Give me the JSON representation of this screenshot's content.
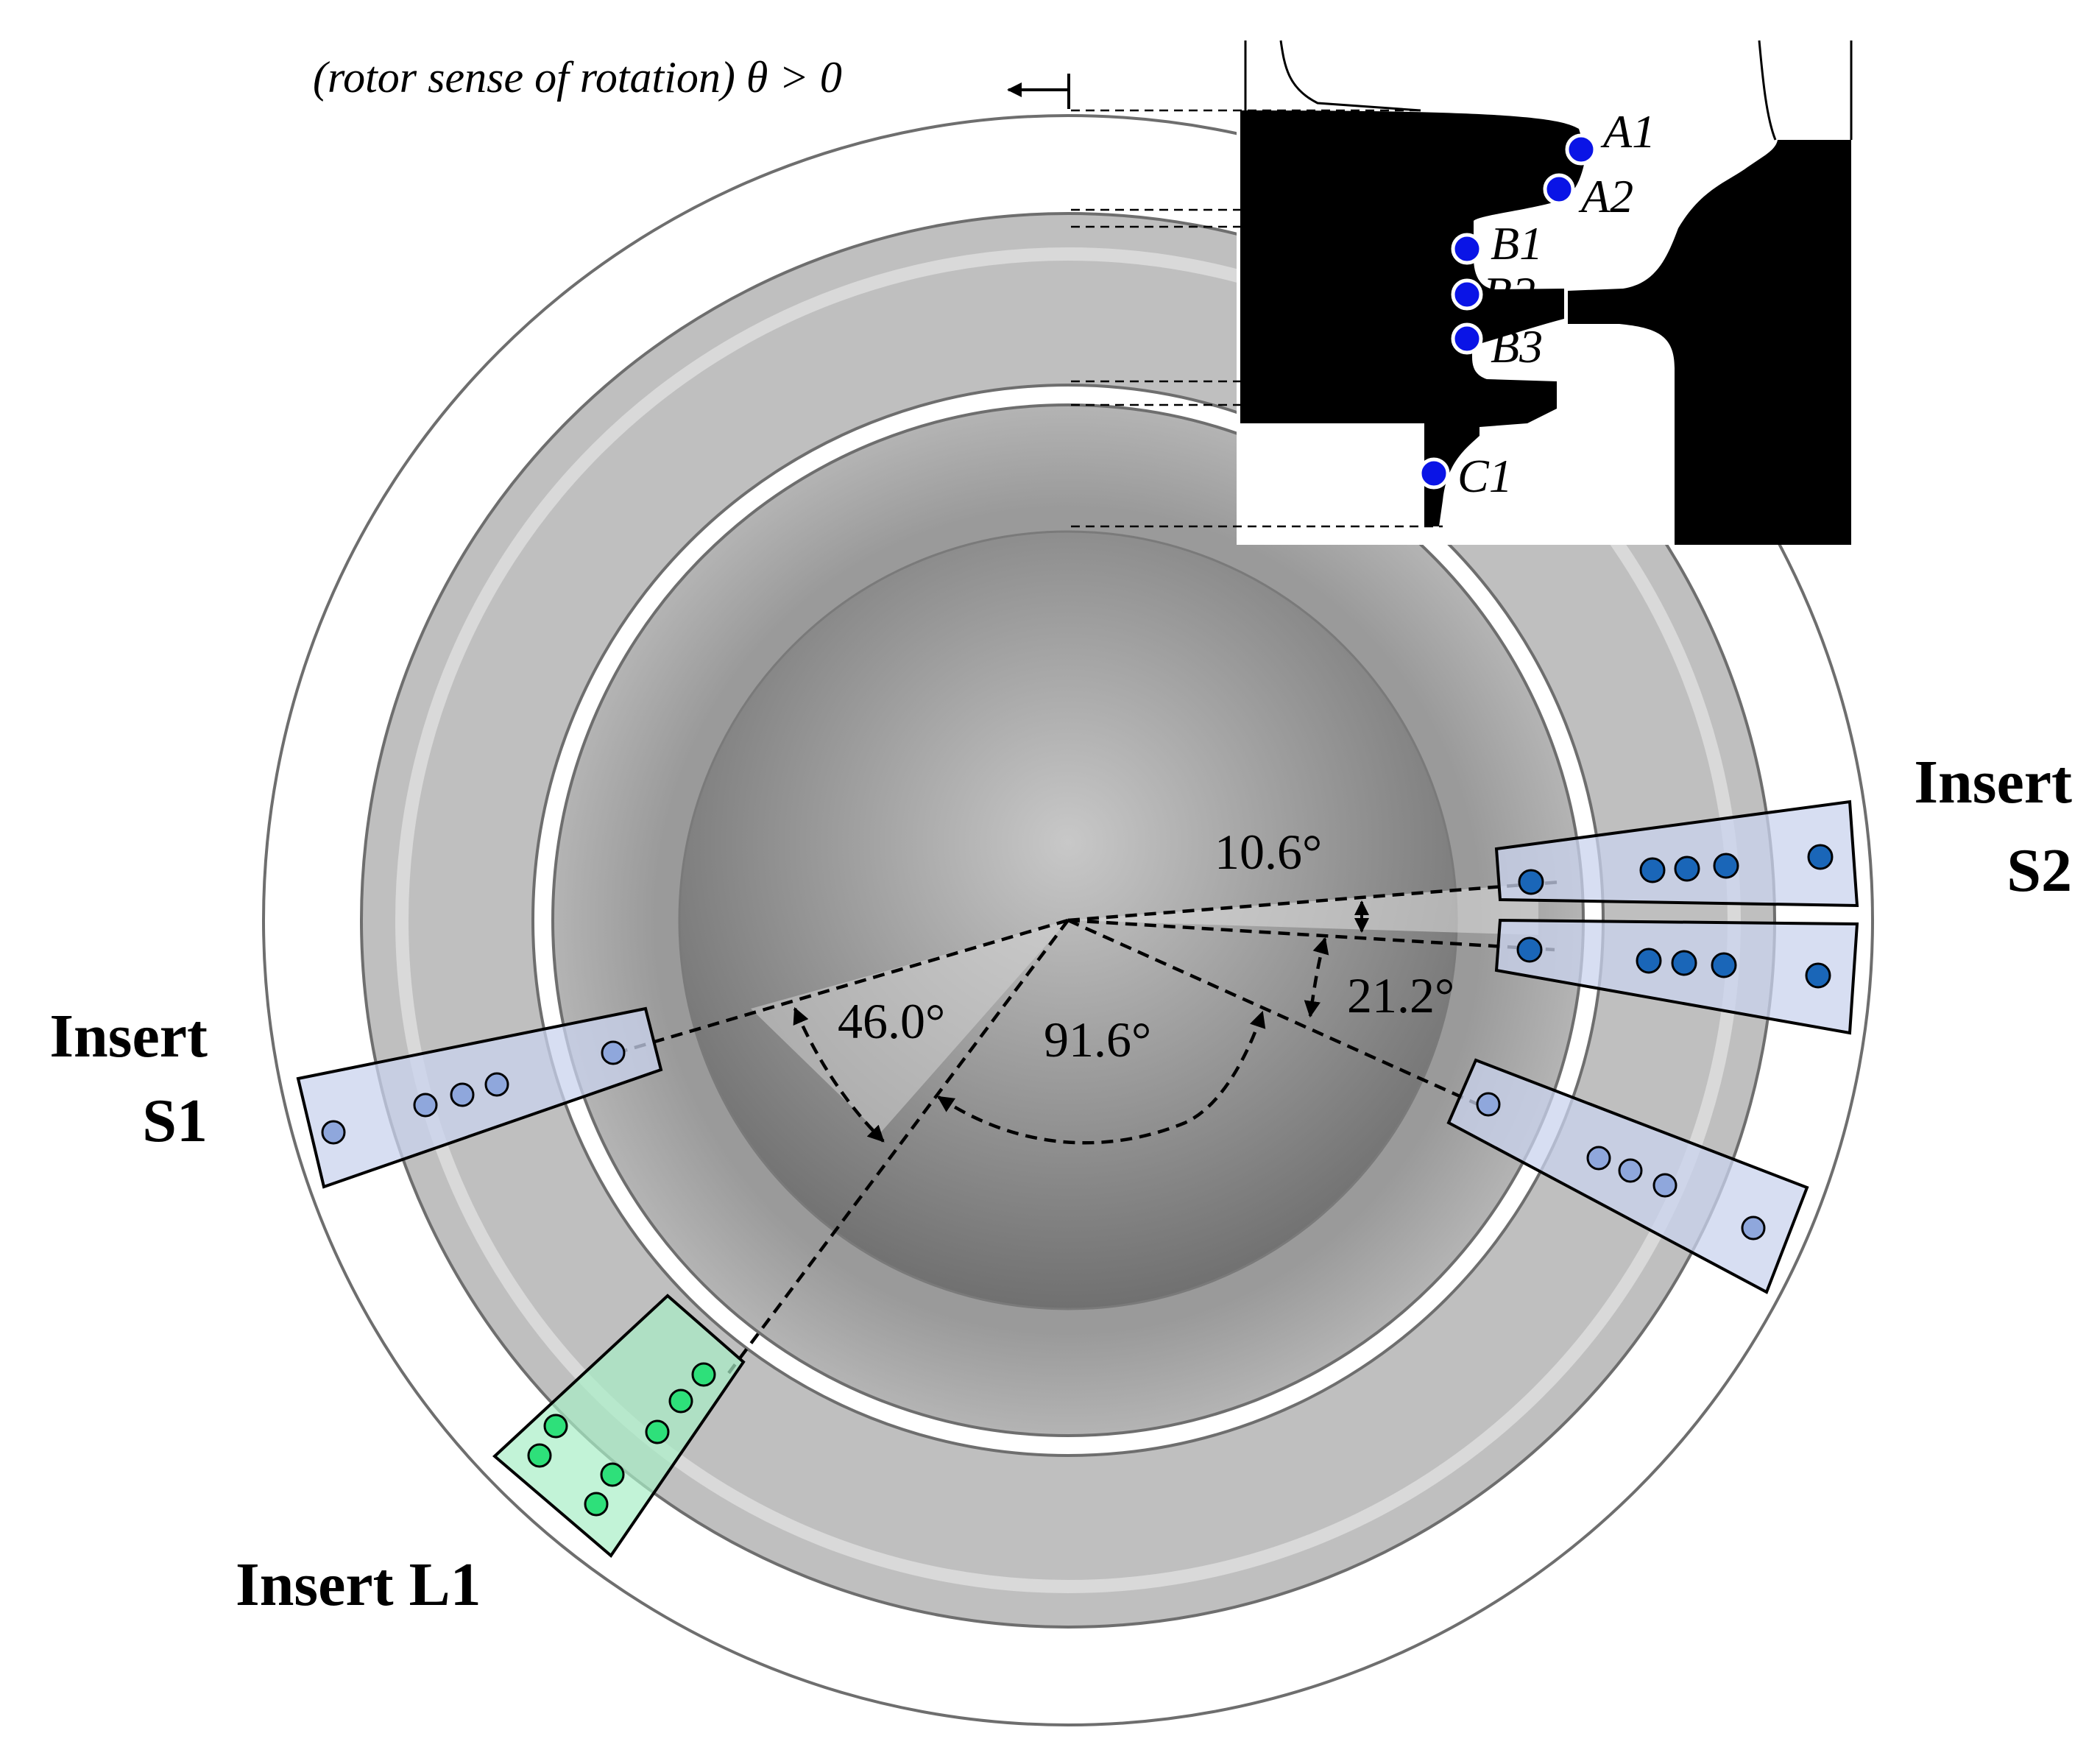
{
  "rotation_note": "(rotor sense of rotation) θ > 0",
  "inserts": {
    "s1": {
      "line1": "Insert",
      "line2": "S1"
    },
    "s2": {
      "line1": "Insert",
      "line2": "S2"
    },
    "l1": {
      "label": "Insert L1"
    }
  },
  "angles": {
    "a1": "10.6°",
    "a2": "21.2°",
    "a3": "46.0°",
    "a4": "91.6°"
  },
  "probe_points": [
    "A1",
    "A2",
    "B1",
    "B2",
    "B3",
    "C1"
  ],
  "colors": {
    "probe_blue": "#0a14e6",
    "insert_s_fill": "#c9d3ee",
    "insert_s_dot": "#8fa7dc",
    "insert_s2_dot": "#1a66b8",
    "insert_l_fill": "#a8eec6",
    "insert_l_dot": "#2ee07a",
    "section": "#000000"
  }
}
